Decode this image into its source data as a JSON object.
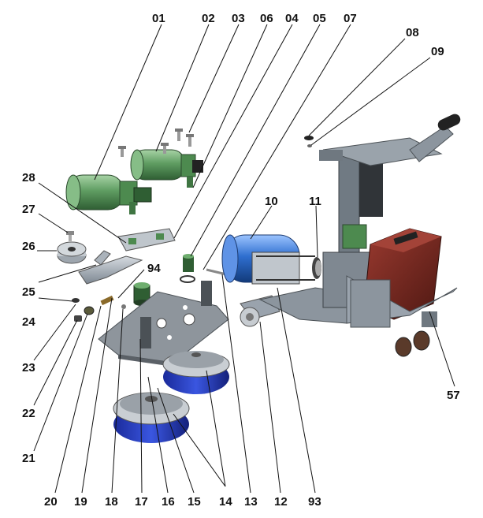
{
  "callouts": {
    "c01": "01",
    "c02": "02",
    "c03": "03",
    "c06": "06",
    "c04": "04",
    "c05": "05",
    "c07": "07",
    "c08": "08",
    "c09": "09",
    "c28": "28",
    "c27": "27",
    "c26": "26",
    "c25": "25",
    "c24": "24",
    "c23": "23",
    "c22": "22",
    "c21": "21",
    "c10": "10",
    "c11": "11",
    "c94": "94",
    "c57": "57",
    "c20": "20",
    "c19": "19",
    "c18": "18",
    "c17": "17",
    "c16": "16",
    "c15": "15",
    "c14": "14",
    "c13": "13",
    "c12": "12",
    "c93": "93"
  },
  "colors": {
    "motor_green": "#5f9d62",
    "motor_blue": "#2f6fd0",
    "pad_blue": "#2a3fc8",
    "frame_grey": "#9aa3ad",
    "heater_red": "#7a2a22",
    "bracket_green": "#4d8a4f",
    "line": "#111111"
  }
}
